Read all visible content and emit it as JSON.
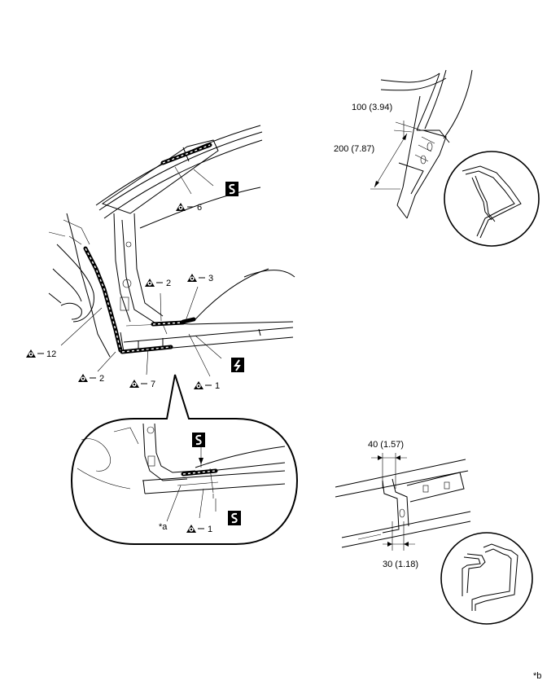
{
  "labels": {
    "pt6": "6",
    "pt2a": "2",
    "pt3": "3",
    "pt12": "12",
    "pt2b": "2",
    "pt7": "7",
    "pt1a": "1",
    "pt1b": "1",
    "star_a": "*a",
    "star_b": "*b"
  },
  "dimensions": {
    "d100": "100 (3.94)",
    "d200": "200 (7.87)",
    "d40": "40 (1.57)",
    "d30": "30 (1.18)"
  },
  "icons": {
    "weld_point": "spot-weld-point-icon",
    "sealer_s": "sealer-s-icon",
    "sealer_bolt": "sealer-lightning-icon"
  },
  "colors": {
    "ink": "#000000",
    "paper": "#ffffff"
  }
}
